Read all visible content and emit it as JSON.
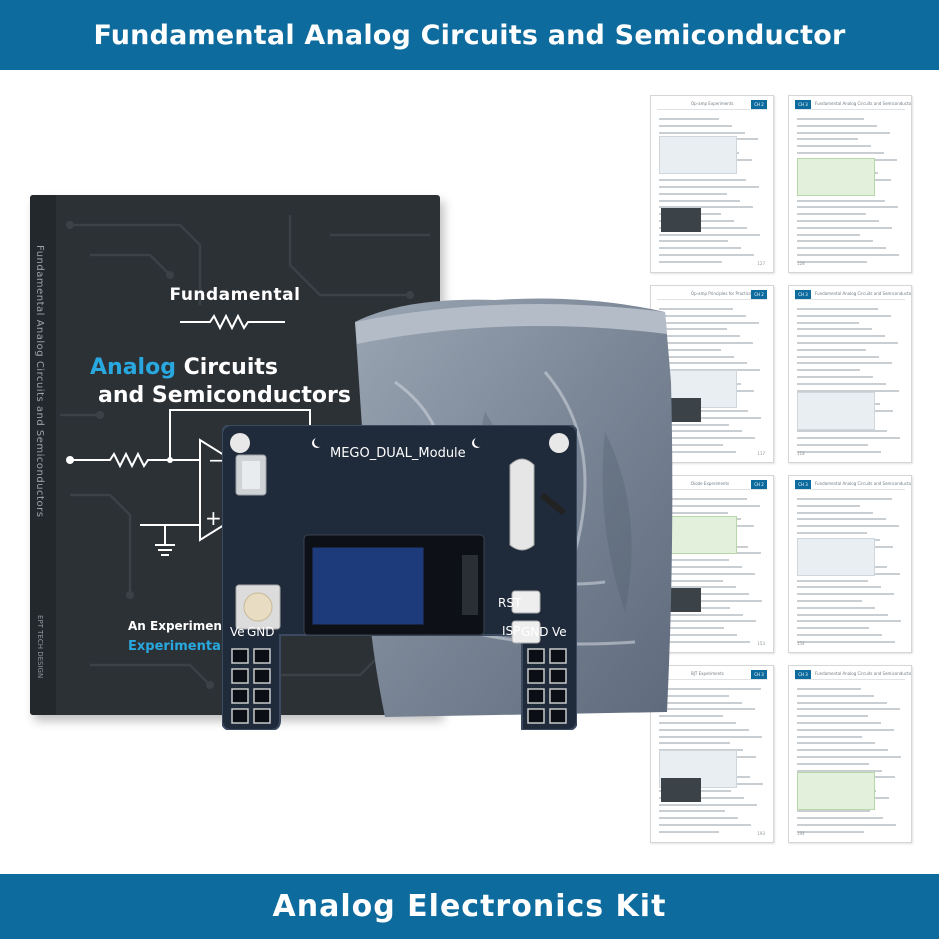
{
  "header": {
    "title": "Fundamental Analog Circuits and Semiconductor"
  },
  "footer": {
    "title": "Analog Electronics Kit"
  },
  "book": {
    "line_top": "Fundamental",
    "title_accent": "Analog",
    "title_rest1": " Circuits",
    "title_line2": "and Semiconductors",
    "subtitle": "An Experimental Disco",
    "subtitle2": "Experimental-",
    "spine_title": "Fundamental Analog Circuits and Semiconductors",
    "publisher": "EPT TECH DESIGN"
  },
  "module": {
    "name": "MEGO_DUAL_Module",
    "left_header_1": "Ve",
    "left_header_2": "GND",
    "right_header_1": "GND",
    "right_header_2": "Ve",
    "button_rst": "RST",
    "button_isp": "ISP"
  },
  "pages": {
    "left_tab_labels": [
      "CH 2",
      "CH 2",
      "CH 2",
      "CH 3"
    ],
    "right_tab_labels": [
      "CH 3",
      "CH 3",
      "CH 3",
      "CH 3"
    ],
    "left_headers": [
      "Op-amp Experiments",
      "Op-amp Principles for Practice",
      "Diode Experiments",
      "BJT Experiments"
    ],
    "right_headers": [
      "Fundamental Analog Circuits and Semiconductor",
      "Fundamental Analog Circuits and Semiconductor",
      "Fundamental Analog Circuits and Semiconductor",
      "Fundamental Analog Circuits and Semiconductor"
    ],
    "left_numbers": [
      "127",
      "117",
      "153",
      "193"
    ],
    "right_numbers": [
      "128",
      "118",
      "154",
      "194"
    ]
  },
  "colors": {
    "banner": "#0d6b9e",
    "accent": "#29a8e0",
    "book": "#2c3136",
    "pcb": "#1f2a3a",
    "bag": "#7c8797"
  }
}
